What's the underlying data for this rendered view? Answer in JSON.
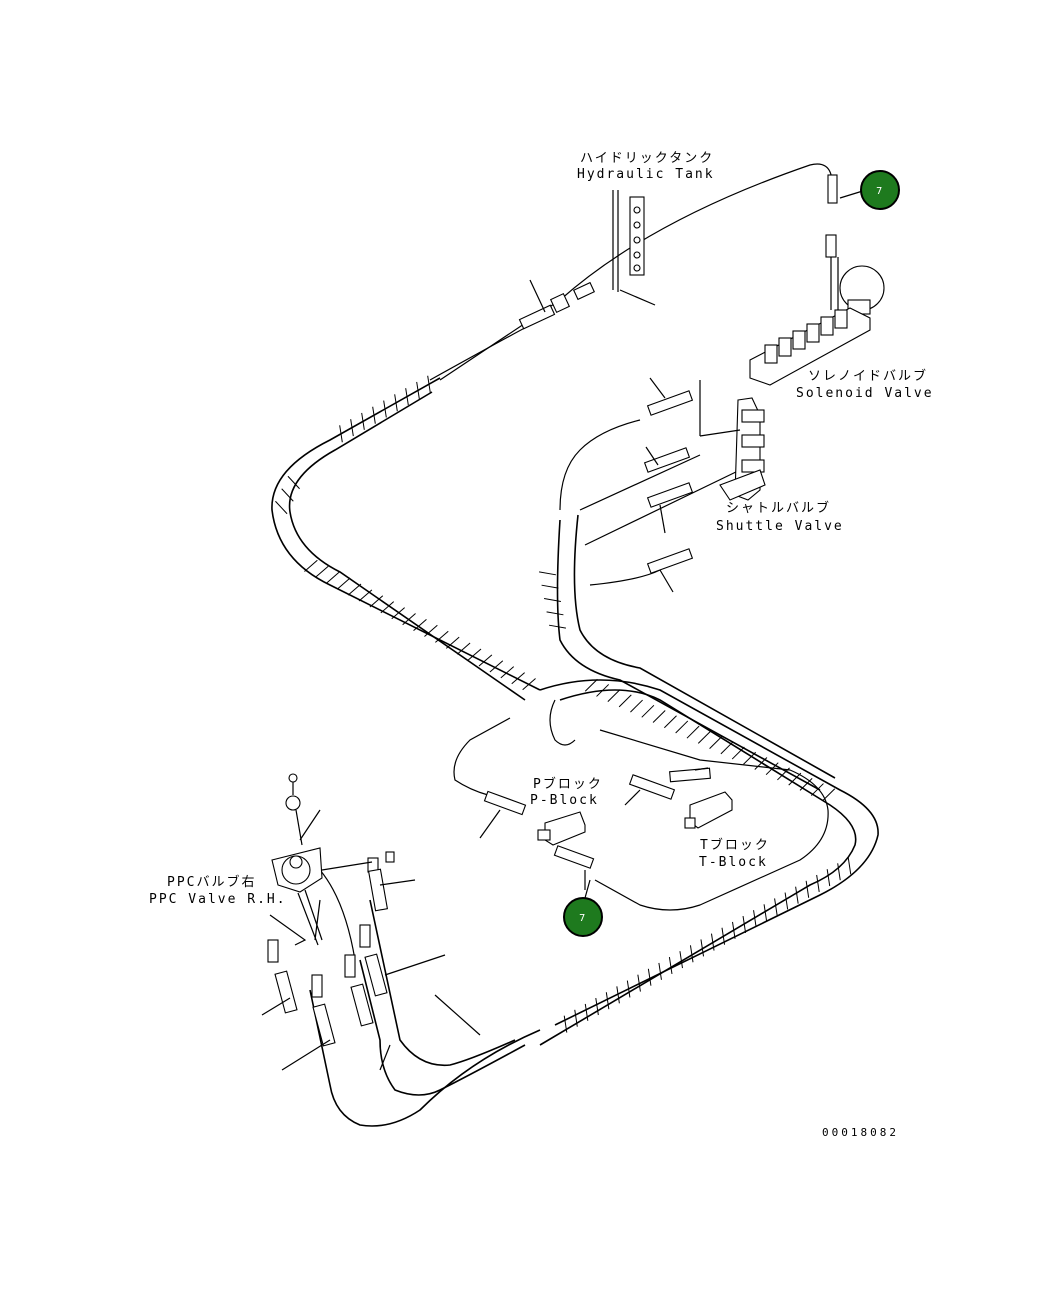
{
  "labels": {
    "hydraulic_tank_jp": "ハイドリックタンク",
    "hydraulic_tank_en": "Hydraulic Tank",
    "solenoid_valve_jp": "ソレノイドバルブ",
    "solenoid_valve_en": "Solenoid Valve",
    "shuttle_valve_jp": "シャトルバルブ",
    "shuttle_valve_en": "Shuttle Valve",
    "p_block_jp": "Pブロック",
    "p_block_en": "P-Block",
    "t_block_jp": "Tブロック",
    "t_block_en": "T-Block",
    "ppc_valve_jp": "PPCバルブ右",
    "ppc_valve_en": "PPC Valve R.H."
  },
  "callouts": [
    {
      "number": "7",
      "color": "#1e7a1e"
    },
    {
      "number": "7",
      "color": "#1e7a1e"
    }
  ],
  "drawing_number": "00018082"
}
